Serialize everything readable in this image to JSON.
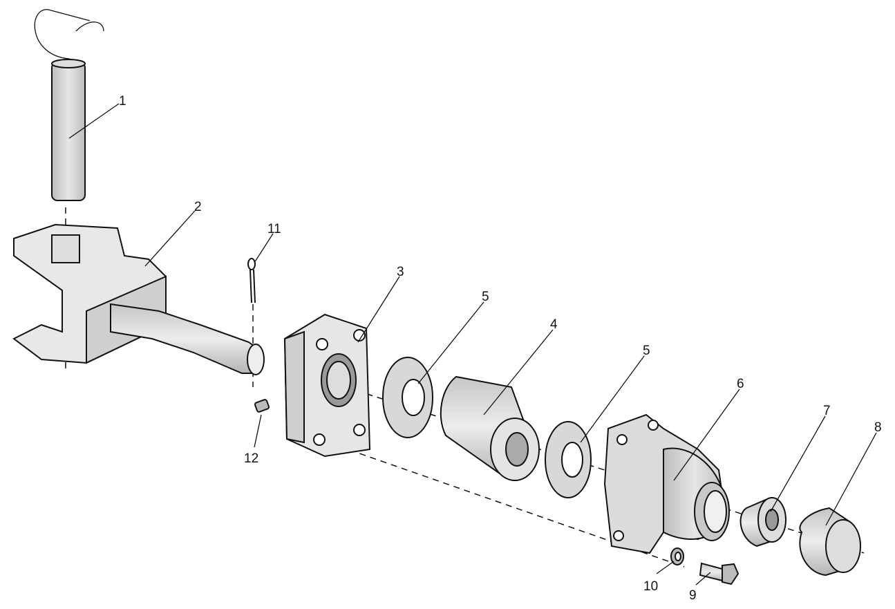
{
  "diagram": {
    "type": "exploded parts view",
    "callouts": [
      {
        "id": "c1",
        "text": "1"
      },
      {
        "id": "c2",
        "text": "2"
      },
      {
        "id": "c11",
        "text": "11"
      },
      {
        "id": "c3",
        "text": "3"
      },
      {
        "id": "c5a",
        "text": "5"
      },
      {
        "id": "c4",
        "text": "4"
      },
      {
        "id": "c5b",
        "text": "5"
      },
      {
        "id": "c6",
        "text": "6"
      },
      {
        "id": "c7",
        "text": "7"
      },
      {
        "id": "c8",
        "text": "8"
      },
      {
        "id": "c12",
        "text": "12"
      },
      {
        "id": "c10",
        "text": "10"
      },
      {
        "id": "c9",
        "text": "9"
      }
    ]
  },
  "colors": {
    "line": "#111111",
    "shade": "#d4d4d4",
    "light": "#ececec",
    "dark": "#9a9a9a"
  }
}
